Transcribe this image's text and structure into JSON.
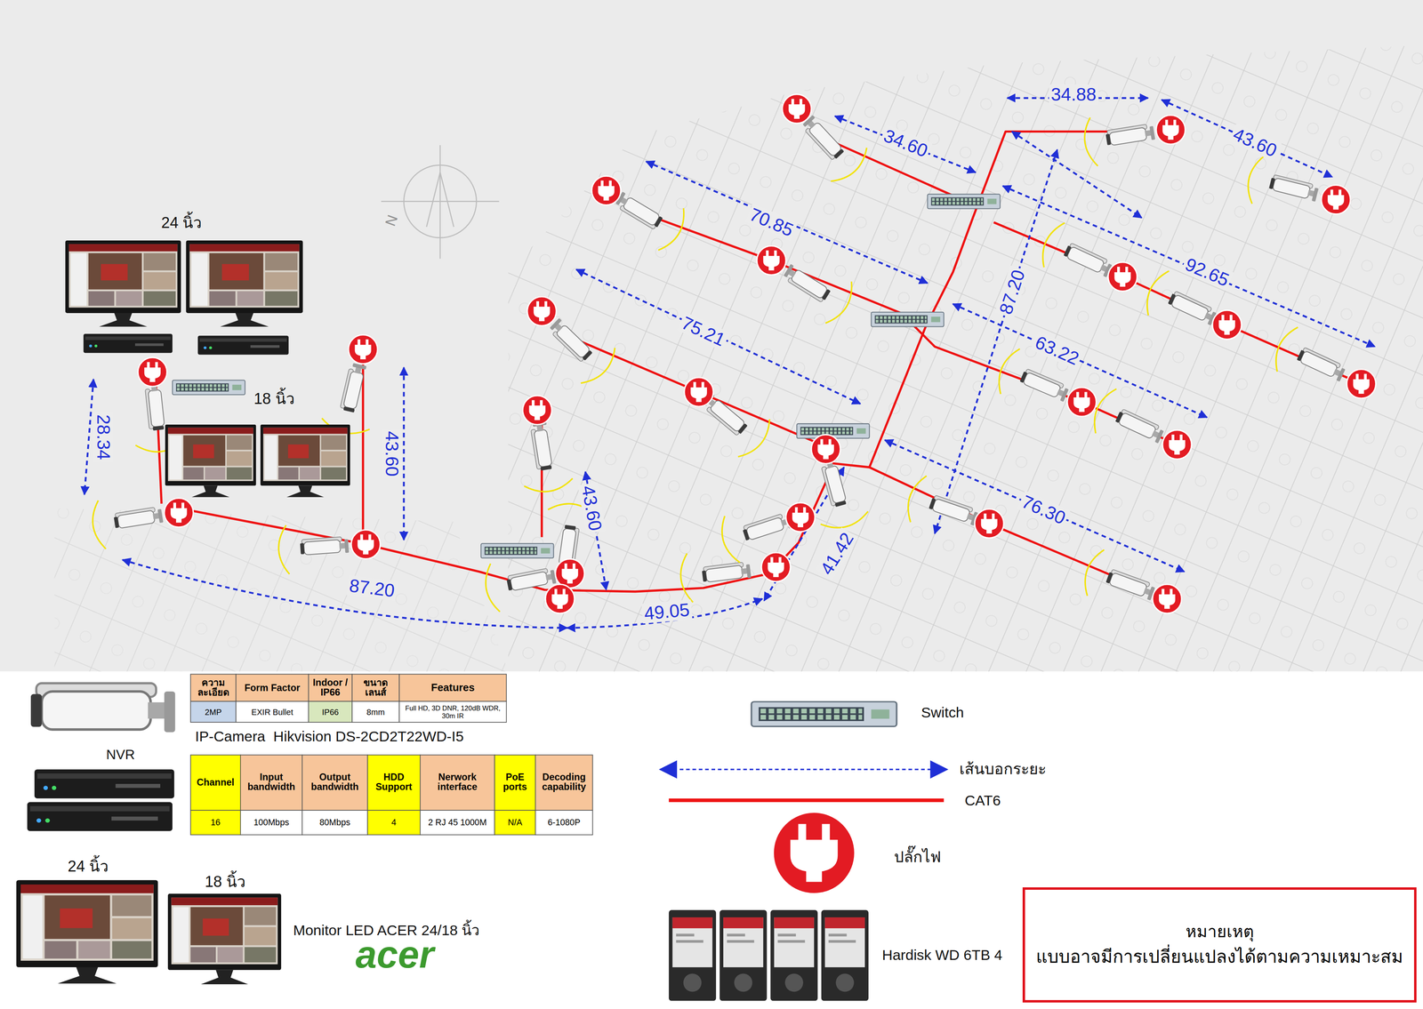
{
  "diagram": {
    "nodes": [
      {
        "text": [
          "หมายเหตุ",
          "แบบอาจมีการเปลี่ยนแปลงได้ตามความเหมาะสม"
        ]
      }
    ],
    "labels": [
      "24 นิ้ว",
      "18 นิ้ว",
      "N",
      "34.60",
      "34.88",
      "43.60",
      "70.85",
      "92.65",
      "87.20",
      "75.21",
      "63.22",
      "28.34",
      "43.60",
      "43.60",
      "41.42",
      "76.30",
      "87.20",
      "49.05",
      "ความ ละเอียด",
      "Form Factor",
      "Indoor / IP66",
      "ขนาด เลนส์",
      "Features",
      "2MP",
      "EXIR Bullet",
      "IP66",
      "8mm",
      "Full HD, 3D DNR, 120dB WDR, 30m IR",
      "Channel",
      "Input bandwidth",
      "Output bandwidth",
      "HDD Support",
      "Nerwork interface",
      "PoE ports",
      "Decoding capability",
      "16",
      "100Mbps",
      "80Mbps",
      "4",
      "2 RJ 45 1000M",
      "N/A",
      "6-1080P",
      "24 นิ้ว",
      "18 นิ้ว",
      "acer"
    ],
    "legend": [
      {
        "text": "IP-Camera  Hikvision DS-2CD2T22WD-I5"
      },
      {
        "text": "NVR"
      },
      {
        "text": "Monitor LED ACER 24/18 นิ้ว"
      },
      {
        "text": "Switch"
      },
      {
        "text": "เส้นบอกระยะ"
      },
      {
        "text": "CAT6"
      },
      {
        "text": "ปลั๊กไฟ"
      },
      {
        "text": "Hardisk WD 6TB 4"
      }
    ]
  }
}
